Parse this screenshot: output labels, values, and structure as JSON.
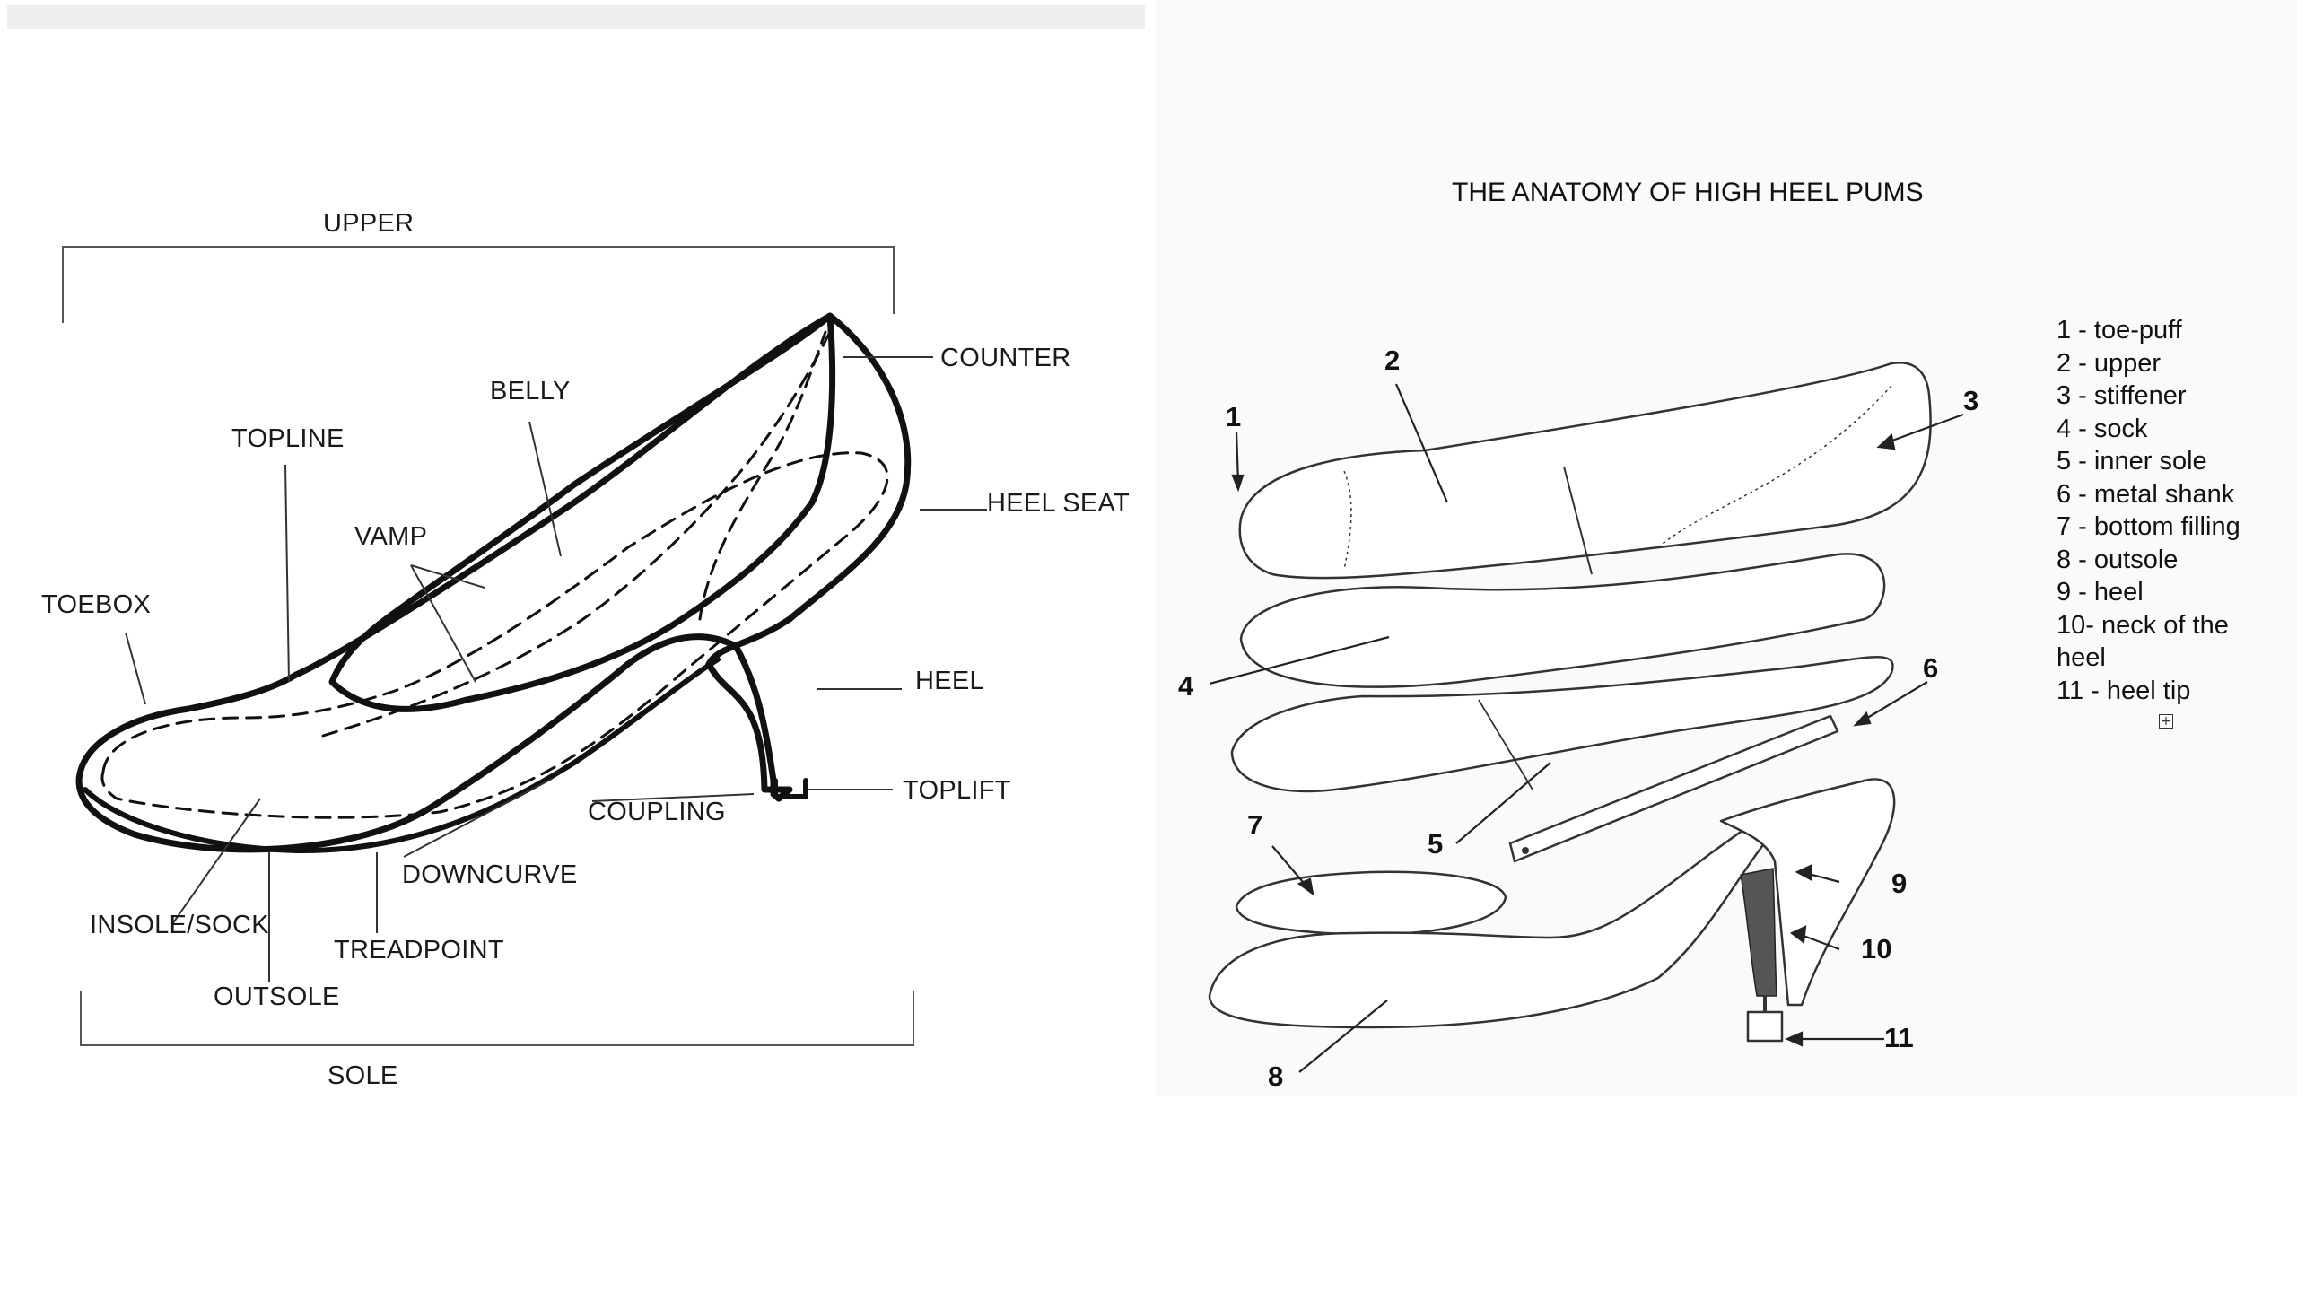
{
  "left_diagram": {
    "labels": {
      "upper": "UPPER",
      "counter": "COUNTER",
      "belly": "BELLY",
      "topline": "TOPLINE",
      "heel_seat": "HEEL SEAT",
      "vamp": "VAMP",
      "toebox": "TOEBOX",
      "heel": "HEEL",
      "toplift": "TOPLIFT",
      "coupling": "COUPLING",
      "downcurve": "DOWNCURVE",
      "insole_sock": "INSOLE/SOCK",
      "treadpoint": "TREADPOINT",
      "outsole": "OUTSOLE",
      "sole": "SOLE"
    }
  },
  "right_diagram": {
    "title": "THE ANATOMY OF HIGH HEEL PUMS",
    "numbers": [
      "1",
      "2",
      "3",
      "4",
      "5",
      "6",
      "7",
      "8",
      "9",
      "10",
      "11"
    ],
    "legend": [
      "1 - toe-puff",
      "2 - upper",
      "3 - stiffener",
      "4 - sock",
      "5 - inner sole",
      "6 - metal shank",
      "7 - bottom filling",
      "8 - outsole",
      "9 - heel",
      "10- neck of the heel",
      "11 - heel tip"
    ]
  },
  "icons": {
    "expand": "expand-icon"
  }
}
